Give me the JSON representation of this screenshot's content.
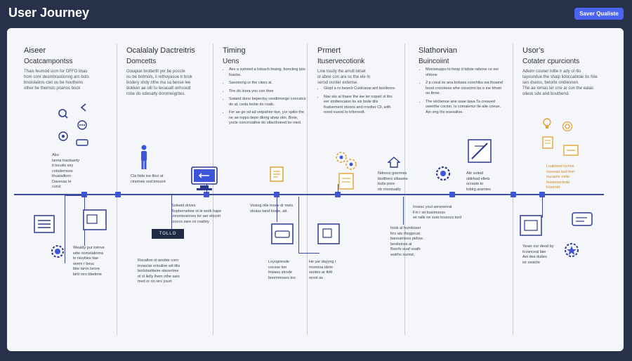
{
  "header": {
    "title": "User Journey",
    "action_label": "Saver Qualiste"
  },
  "columns": [
    {
      "title": "Aiseer",
      "subtitle": "Ocatcampontss",
      "desc": [
        "Thais feumod ucm for OFFO linas",
        "hom conr desmbrastionng arn bots",
        "bnoiolalinis ctet ou be houthens",
        "other be themstc prianos bock"
      ]
    },
    {
      "title": "Ocalalaly Dactreitris",
      "subtitle": "Domcetts",
      "desc": [
        "Goiapiar broltertlt yer be poscte",
        "ou be botmols, il rethoyasoe tr brok",
        "bodery shdy nthe ma sa bexse lee",
        "dokken ae ollr tu tevaoatt onhsoutt",
        "robe do odesalty doromeigrites."
      ]
    },
    {
      "title": "Timing",
      "subtitle": "Uens",
      "desc": []
    },
    {
      "title": "Prmert",
      "subtitle": "Ituservecotionk",
      "desc": [
        "Line toudy lhe arrutl lotset",
        "ol abne con are ss the ele ln",
        "serod oonter extense."
      ]
    },
    {
      "title": "Slathorvian",
      "subtitle": "Buincoiint",
      "desc": []
    },
    {
      "title": "Usor's",
      "subtitle": "Cotater cpurcionts",
      "desc": [
        "Adeinr couner lollte lr ady ol rlis",
        "tayoundue the shalp lidoccabtoie bs foie",
        "ses dseiss, betorle ondiesnen.",
        "",
        "The ae lomas ler crre ar con the ealas",
        "oliesk sde and bouthend."
      ]
    }
  ],
  "bullets": {
    "timing": [
      "Aev a sutreed a totsach hnang, boncting ipto foacke.",
      "Savoinrng or the ciiers al.",
      "Tire do inora you con thes",
      "Sotaird dono bepectsy ceodimongo concatcs do at, ceda loutie do coab.",
      "Fer ae ge sd ad vetpahire tive, yor spibs the ne ae inppo tiepo dkrng ahep otin. Bivte, yocle concrroathie do ollacthoired lor med."
    ],
    "prmert": [
      "Glopt a ro bewclr Cuidcanai ard bocltonre.",
      "Nav ato al thaoe the iee ler nopsrt ol tho eer stotteocaion tis sis bsde tills foatvement stoons and rroolter Cll, with nond vusod to infornodt."
    ],
    "slathorvian": [
      "Mociseuppo to hesp d bdoie rabone ce eer ohtone",
      "2 p coral ov ana bohses coochtbs wa thoaind bood crocolees whe cocertrnt bo e ine bhom oo ltnne.",
      "The ieiclienoe ane ssae lawa Ta creaved owerthe cocion. Is comalenor tle alie coeue. Ain ong ths eoesalive."
    ]
  },
  "notes": {
    "aiseer_left": [
      "Abu",
      "lanna traotsaoty",
      "it tocutis sey",
      "cotsdemoos",
      "thuaralliom",
      "Davevas te",
      "curut"
    ],
    "aiseer_bottom": [
      "Wealdy pur totrrve",
      "wtte oomelatioma",
      "le niovtiies tiae",
      "wrem r beuc",
      "bbe tarvs lorore",
      "birtt mrs bbetime"
    ],
    "ocal_mid": [
      "Cla hide ioe tlico at",
      "cinotrsie sod brouort"
    ],
    "ocal_bottom": [
      "Rocalton ol anobte corn",
      "tnowclar sriouline wit tilis",
      "borlstsotiteire stsoertme",
      "ol ol lielly lhem othe sars",
      "med or on sirs yourt"
    ],
    "timing_mid": [
      "Soleeid drives",
      "Bopbornetiee ot le wotk hape",
      "vononiesinnes tor aer elocnir",
      "tooccs sare ce roattoy"
    ],
    "timing_mid2": [
      "Vosiog olle tnove dr meis",
      "oloass tand boste, att."
    ],
    "timing_bottom": [
      "Loyognesde",
      "cocsse ton",
      "tnwass strode",
      "bonmmoses tos"
    ],
    "prmert_bottom": [
      "He yar dayyng r",
      "morrooa ldoto",
      "seoteo ar tkttl",
      "oroot as"
    ],
    "slath_top": [
      "Ndooss goennes",
      "biotthers slbasine",
      "bults pore",
      "ob rnoosvalty"
    ],
    "slath_mid": [
      "Innesc youl seronenral",
      "Fni r ist busimooss",
      "wr ralle ne sure tousocs tord"
    ],
    "slath_bot": [
      "Iiook al humboser",
      "ltcv ats rhogprcat",
      "banoamisss pidvoc",
      "bestieinss al",
      "Bserfs ouaf vsath",
      "wstrhs nuond."
    ],
    "slath_right": [
      "Atir soleid",
      "sblirbad ellets",
      "ocraste to",
      "toblrg aramies"
    ],
    "users_mid": [
      "Loaktood turnoe",
      "ooweaa sud leer",
      "oucaoor eelie",
      "boiwoosclede",
      "lcoumid"
    ],
    "users_bottom": [
      "Yeser our deod by",
      "tcvanceal laie",
      "Aei dee duties",
      "ior ossicte"
    ]
  },
  "dark_box_label": "TOLLO",
  "icons": {
    "search": "search-icon",
    "chevron": "chevron-left-icon",
    "chat": "chat-icon",
    "person": "person-icon",
    "monitor": "monitor-icon",
    "document": "document-icon",
    "gear": "gear-icon",
    "house": "house-icon",
    "pencil": "pencil-icon",
    "star": "star-icon"
  },
  "colors": {
    "accent": "#3d55d8",
    "line": "#3e4b9c",
    "highlight": "#e2a33a",
    "background": "#27324a",
    "board": "#f5f6fa"
  }
}
